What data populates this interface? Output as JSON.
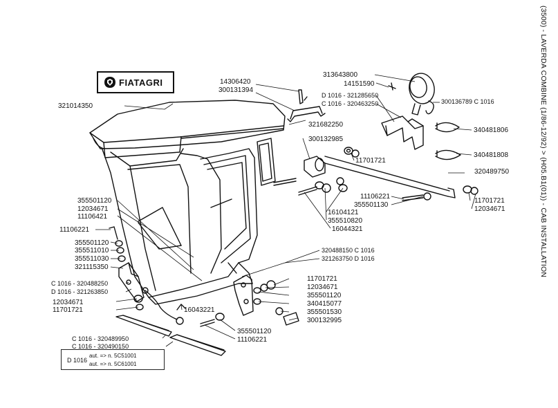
{
  "side_title": "(3500) - LAVERDA COMBINE (1/86-12/92) > (H05.B1(01)) - CAB INSTALLATION",
  "logo_text": "FIATAGRI",
  "labels": [
    {
      "id": "l321014350",
      "text": "321014350"
    },
    {
      "id": "l14306420",
      "text": "14306420"
    },
    {
      "id": "l300131394",
      "text": "300131394"
    },
    {
      "id": "l321682250",
      "text": "321682250"
    },
    {
      "id": "l300132985a",
      "text": "300132985"
    },
    {
      "id": "l11701721a",
      "text": "11701721"
    },
    {
      "id": "l313643800",
      "text": "313643800"
    },
    {
      "id": "l14151590",
      "text": "14151590"
    },
    {
      "id": "lD321285650",
      "text": "D 1016 - 321285650"
    },
    {
      "id": "lC320463250",
      "text": "C 1016 - 320463250"
    },
    {
      "id": "l300136789",
      "text": "300136789 C 1016"
    },
    {
      "id": "l340481806",
      "text": "340481806"
    },
    {
      "id": "l340481808",
      "text": "340481808"
    },
    {
      "id": "l320489750",
      "text": "320489750"
    },
    {
      "id": "l11106221a",
      "text": "11106221"
    },
    {
      "id": "l355501130",
      "text": "355501130"
    },
    {
      "id": "l16104121",
      "text": "16104121"
    },
    {
      "id": "l355510820",
      "text": "355510820"
    },
    {
      "id": "l16044321",
      "text": "16044321"
    },
    {
      "id": "l11701721b",
      "text": "11701721"
    },
    {
      "id": "l12034671a",
      "text": "12034671"
    },
    {
      "id": "l355501120a",
      "text": "355501120"
    },
    {
      "id": "l12034671b",
      "text": "12034671"
    },
    {
      "id": "l11106421",
      "text": "11106421"
    },
    {
      "id": "l11106221b",
      "text": "11106221"
    },
    {
      "id": "l355501120b",
      "text": "355501120"
    },
    {
      "id": "l355511010",
      "text": "355511010"
    },
    {
      "id": "l355511030",
      "text": "355511030"
    },
    {
      "id": "l321115350",
      "text": "321115350"
    },
    {
      "id": "lC320488250",
      "text": "C 1016 - 320488250"
    },
    {
      "id": "lD321263850",
      "text": "D 1016 - 321263850"
    },
    {
      "id": "l12034671c",
      "text": "12034671"
    },
    {
      "id": "l11701721c",
      "text": "11701721"
    },
    {
      "id": "l16043221",
      "text": "16043221"
    },
    {
      "id": "l320488150",
      "text": "320488150 C 1016"
    },
    {
      "id": "l321263750",
      "text": "321263750 D 1016"
    },
    {
      "id": "l11701721d",
      "text": "11701721"
    },
    {
      "id": "l12034671d",
      "text": "12034671"
    },
    {
      "id": "l355501120c",
      "text": "355501120"
    },
    {
      "id": "l340415077",
      "text": "340415077"
    },
    {
      "id": "l355501530",
      "text": "355501530"
    },
    {
      "id": "l300132995",
      "text": "300132995"
    },
    {
      "id": "l355501120d",
      "text": "355501120"
    },
    {
      "id": "l11106221c",
      "text": "11106221"
    },
    {
      "id": "lC320489950",
      "text": "C 1016 - 320489950"
    },
    {
      "id": "lC320490150",
      "text": "C 1016 - 320490150"
    }
  ],
  "note_box": {
    "d_label": "D 1016",
    "line1": "aut. => n. 5C51001",
    "line2": "aut. => n. 5C61001"
  }
}
